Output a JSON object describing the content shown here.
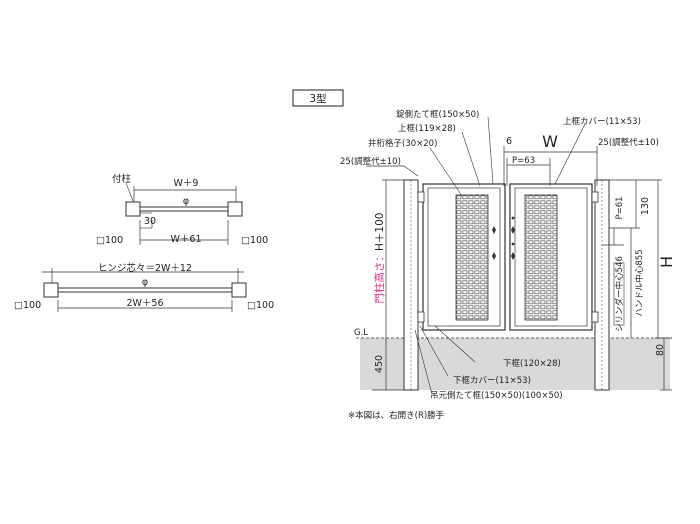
{
  "type_badge": "3型",
  "plan_top": {
    "post_label": "付柱",
    "w_plus_9": "W＋9",
    "phi": "φ",
    "dim_30": "30",
    "w_plus_61": "W＋61",
    "sq_left": "□100",
    "sq_right": "□100"
  },
  "plan_bottom": {
    "hinge_center": "ヒンジ芯々＝2W＋12",
    "phi": "φ",
    "w2_plus_56": "2W＋56",
    "sq_left": "□100",
    "sq_right": "□100"
  },
  "elevation": {
    "lock_stile": "錠側たて框(150×50)",
    "top_rail": "上框(119×28)",
    "lattice": "井桁格子(30×20)",
    "top_cover": "上框カバー(11×53)",
    "adj_left": "25(調整代±10)",
    "adj_right": "25(調整代±10)",
    "dim_6": "6",
    "dim_W": "W",
    "p63": "P=63",
    "dim_130": "130",
    "p61": "P=61",
    "dim_H": "H",
    "handle_center": "ハンドル中心855",
    "cylinder_center": "シリンダー中心546",
    "gate_height_prefix": "門柱高さ：",
    "gate_height": "H＋100",
    "gl": "G.L",
    "dim_450": "450",
    "dim_80": "80",
    "bottom_rail": "下框(120×28)",
    "bottom_cover": "下框カバー(11×53)",
    "hinge_stile": "吊元側たて框(150×50)(100×50)"
  },
  "note": "※本図は、右開き(R)勝手"
}
